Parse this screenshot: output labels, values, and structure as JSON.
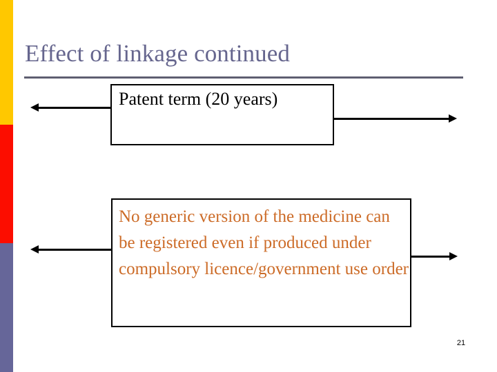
{
  "slide": {
    "title": "Effect of linkage continued",
    "page_number": "21",
    "title_color": "#66668E",
    "rule_color": "#5E5E70",
    "background": "#FFFFFF"
  },
  "sidebar": {
    "bands": [
      {
        "name": "yellow-band",
        "color": "#FFC800"
      },
      {
        "name": "red-band",
        "color": "#FC0D00"
      },
      {
        "name": "purple-band",
        "color": "#666699"
      }
    ]
  },
  "boxes": [
    {
      "id": "patent-term",
      "text": "Patent term (20 years)",
      "text_color": "#000000",
      "border_color": "#000000"
    },
    {
      "id": "no-generic",
      "text": "No generic version of the medicine can be registered even if produced under compulsory licence/government use order",
      "text_color": "#CC6B27",
      "border_color": "#000000"
    }
  ],
  "arrows": [
    {
      "name": "patent-term-left-arrow",
      "direction": "left"
    },
    {
      "name": "patent-term-right-arrow",
      "direction": "right"
    },
    {
      "name": "no-generic-left-arrow",
      "direction": "left"
    },
    {
      "name": "no-generic-right-arrow",
      "direction": "right"
    }
  ]
}
